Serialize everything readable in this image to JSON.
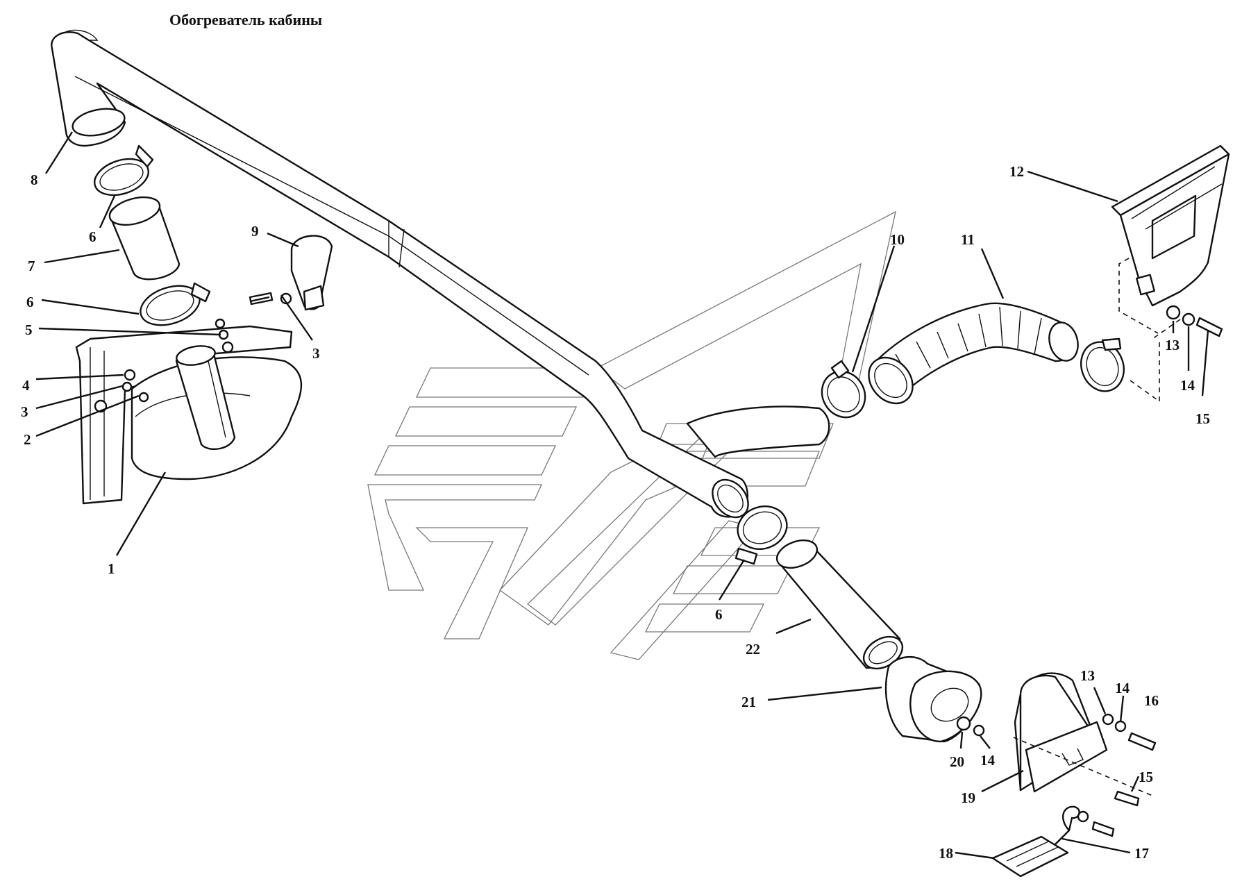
{
  "title": "Обогреватель кабины",
  "callouts": [
    {
      "id": "c-8",
      "label": "8"
    },
    {
      "id": "c-6a",
      "label": "6"
    },
    {
      "id": "c-7",
      "label": "7"
    },
    {
      "id": "c-6b",
      "label": "6"
    },
    {
      "id": "c-5",
      "label": "5"
    },
    {
      "id": "c-4",
      "label": "4"
    },
    {
      "id": "c-3a",
      "label": "3"
    },
    {
      "id": "c-2",
      "label": "2"
    },
    {
      "id": "c-1",
      "label": "1"
    },
    {
      "id": "c-9",
      "label": "9"
    },
    {
      "id": "c-3b",
      "label": "3"
    },
    {
      "id": "c-10",
      "label": "10"
    },
    {
      "id": "c-11",
      "label": "11"
    },
    {
      "id": "c-12",
      "label": "12"
    },
    {
      "id": "c-13a",
      "label": "13"
    },
    {
      "id": "c-14a",
      "label": "14"
    },
    {
      "id": "c-15a",
      "label": "15"
    },
    {
      "id": "c-6c",
      "label": "6"
    },
    {
      "id": "c-22",
      "label": "22"
    },
    {
      "id": "c-21",
      "label": "21"
    },
    {
      "id": "c-13b",
      "label": "13"
    },
    {
      "id": "c-14b",
      "label": "14"
    },
    {
      "id": "c-16",
      "label": "16"
    },
    {
      "id": "c-20",
      "label": "20"
    },
    {
      "id": "c-14c",
      "label": "14"
    },
    {
      "id": "c-15b",
      "label": "15"
    },
    {
      "id": "c-19",
      "label": "19"
    },
    {
      "id": "c-18",
      "label": "18"
    },
    {
      "id": "c-17",
      "label": "17"
    }
  ]
}
